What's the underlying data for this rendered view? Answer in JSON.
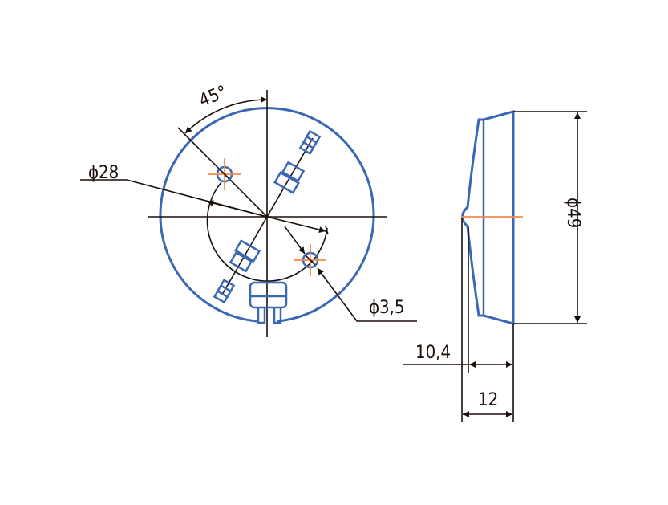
{
  "colors": {
    "outline": "#3a68b4",
    "centerline": "#f5894a",
    "dimension": "#1a0f0a"
  },
  "front_view": {
    "angle_label": "45°",
    "pitch_diameter_label": "ϕ28",
    "hole_diameter_label": "ϕ3,5"
  },
  "side_view": {
    "outer_diameter_label": "ϕ49",
    "depth_label": "10,4",
    "width_label": "12"
  }
}
